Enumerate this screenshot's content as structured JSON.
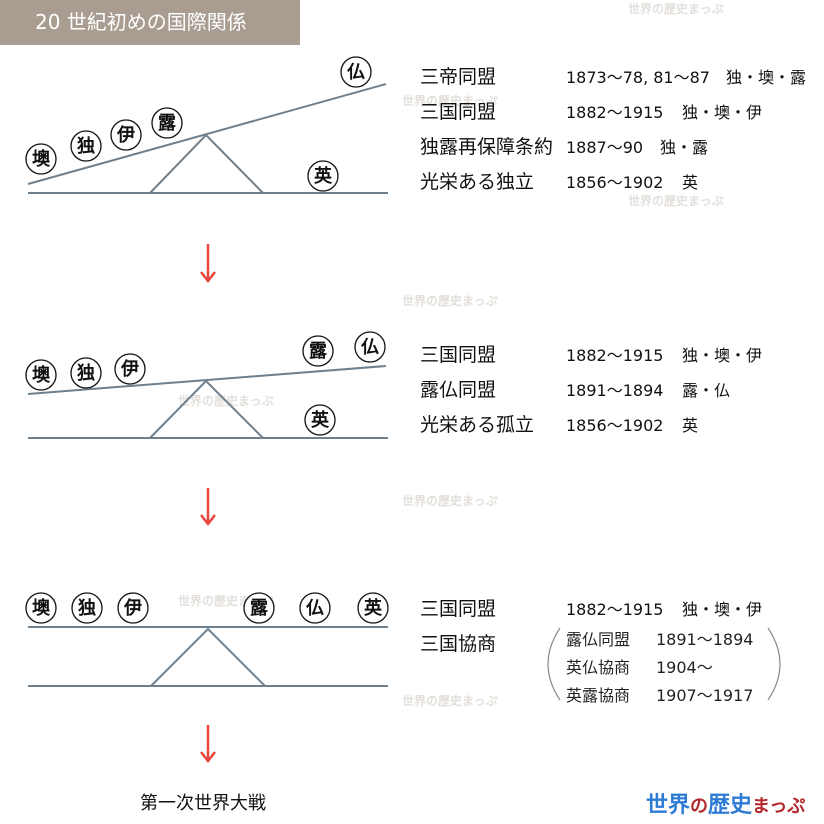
{
  "header": {
    "title": "20 世紀初めの国際関係"
  },
  "nations": {
    "austria": "墺",
    "germany": "独",
    "italy": "伊",
    "russia": "露",
    "france": "仏",
    "britain": "英"
  },
  "stage1": {
    "rows": [
      {
        "name": "三帝同盟",
        "years": "1873〜78, 81〜87",
        "members": "独・墺・露"
      },
      {
        "name": "三国同盟",
        "years": "1882〜1915",
        "members": "独・墺・伊"
      },
      {
        "name": "独露再保障条約",
        "years": "1887〜90",
        "members": "独・露"
      },
      {
        "name": "光栄ある独立",
        "years": "1856〜1902",
        "members": "英"
      }
    ]
  },
  "stage2": {
    "rows": [
      {
        "name": "三国同盟",
        "years": "1882〜1915",
        "members": "独・墺・伊"
      },
      {
        "name": "露仏同盟",
        "years": "1891〜1894",
        "members": "露・仏"
      },
      {
        "name": "光栄ある孤立",
        "years": "1856〜1902",
        "members": "英"
      }
    ]
  },
  "stage3": {
    "rows": [
      {
        "name": "三国同盟",
        "years": "1882〜1915",
        "members": "独・墺・伊"
      },
      {
        "name": "三国協商",
        "years": "",
        "members": ""
      }
    ],
    "sub_rows": [
      {
        "name": "露仏同盟",
        "years": "1891〜1894"
      },
      {
        "name": "英仏協商",
        "years": "1904〜"
      },
      {
        "name": "英露協商",
        "years": "1907〜1917"
      }
    ]
  },
  "outcome": "第一次世界大戦",
  "brand": {
    "part1": "世界",
    "part2": "の",
    "part3": "歴史",
    "part4": "まっぷ"
  },
  "watermark": "世界の歴史まっぷ",
  "colors": {
    "header_bg": "#a99d91",
    "arrow": "#e8453c",
    "seesaw": "#6f7f8c",
    "brand_blue": "#2e7bd6",
    "brand_red": "#b3282d"
  }
}
